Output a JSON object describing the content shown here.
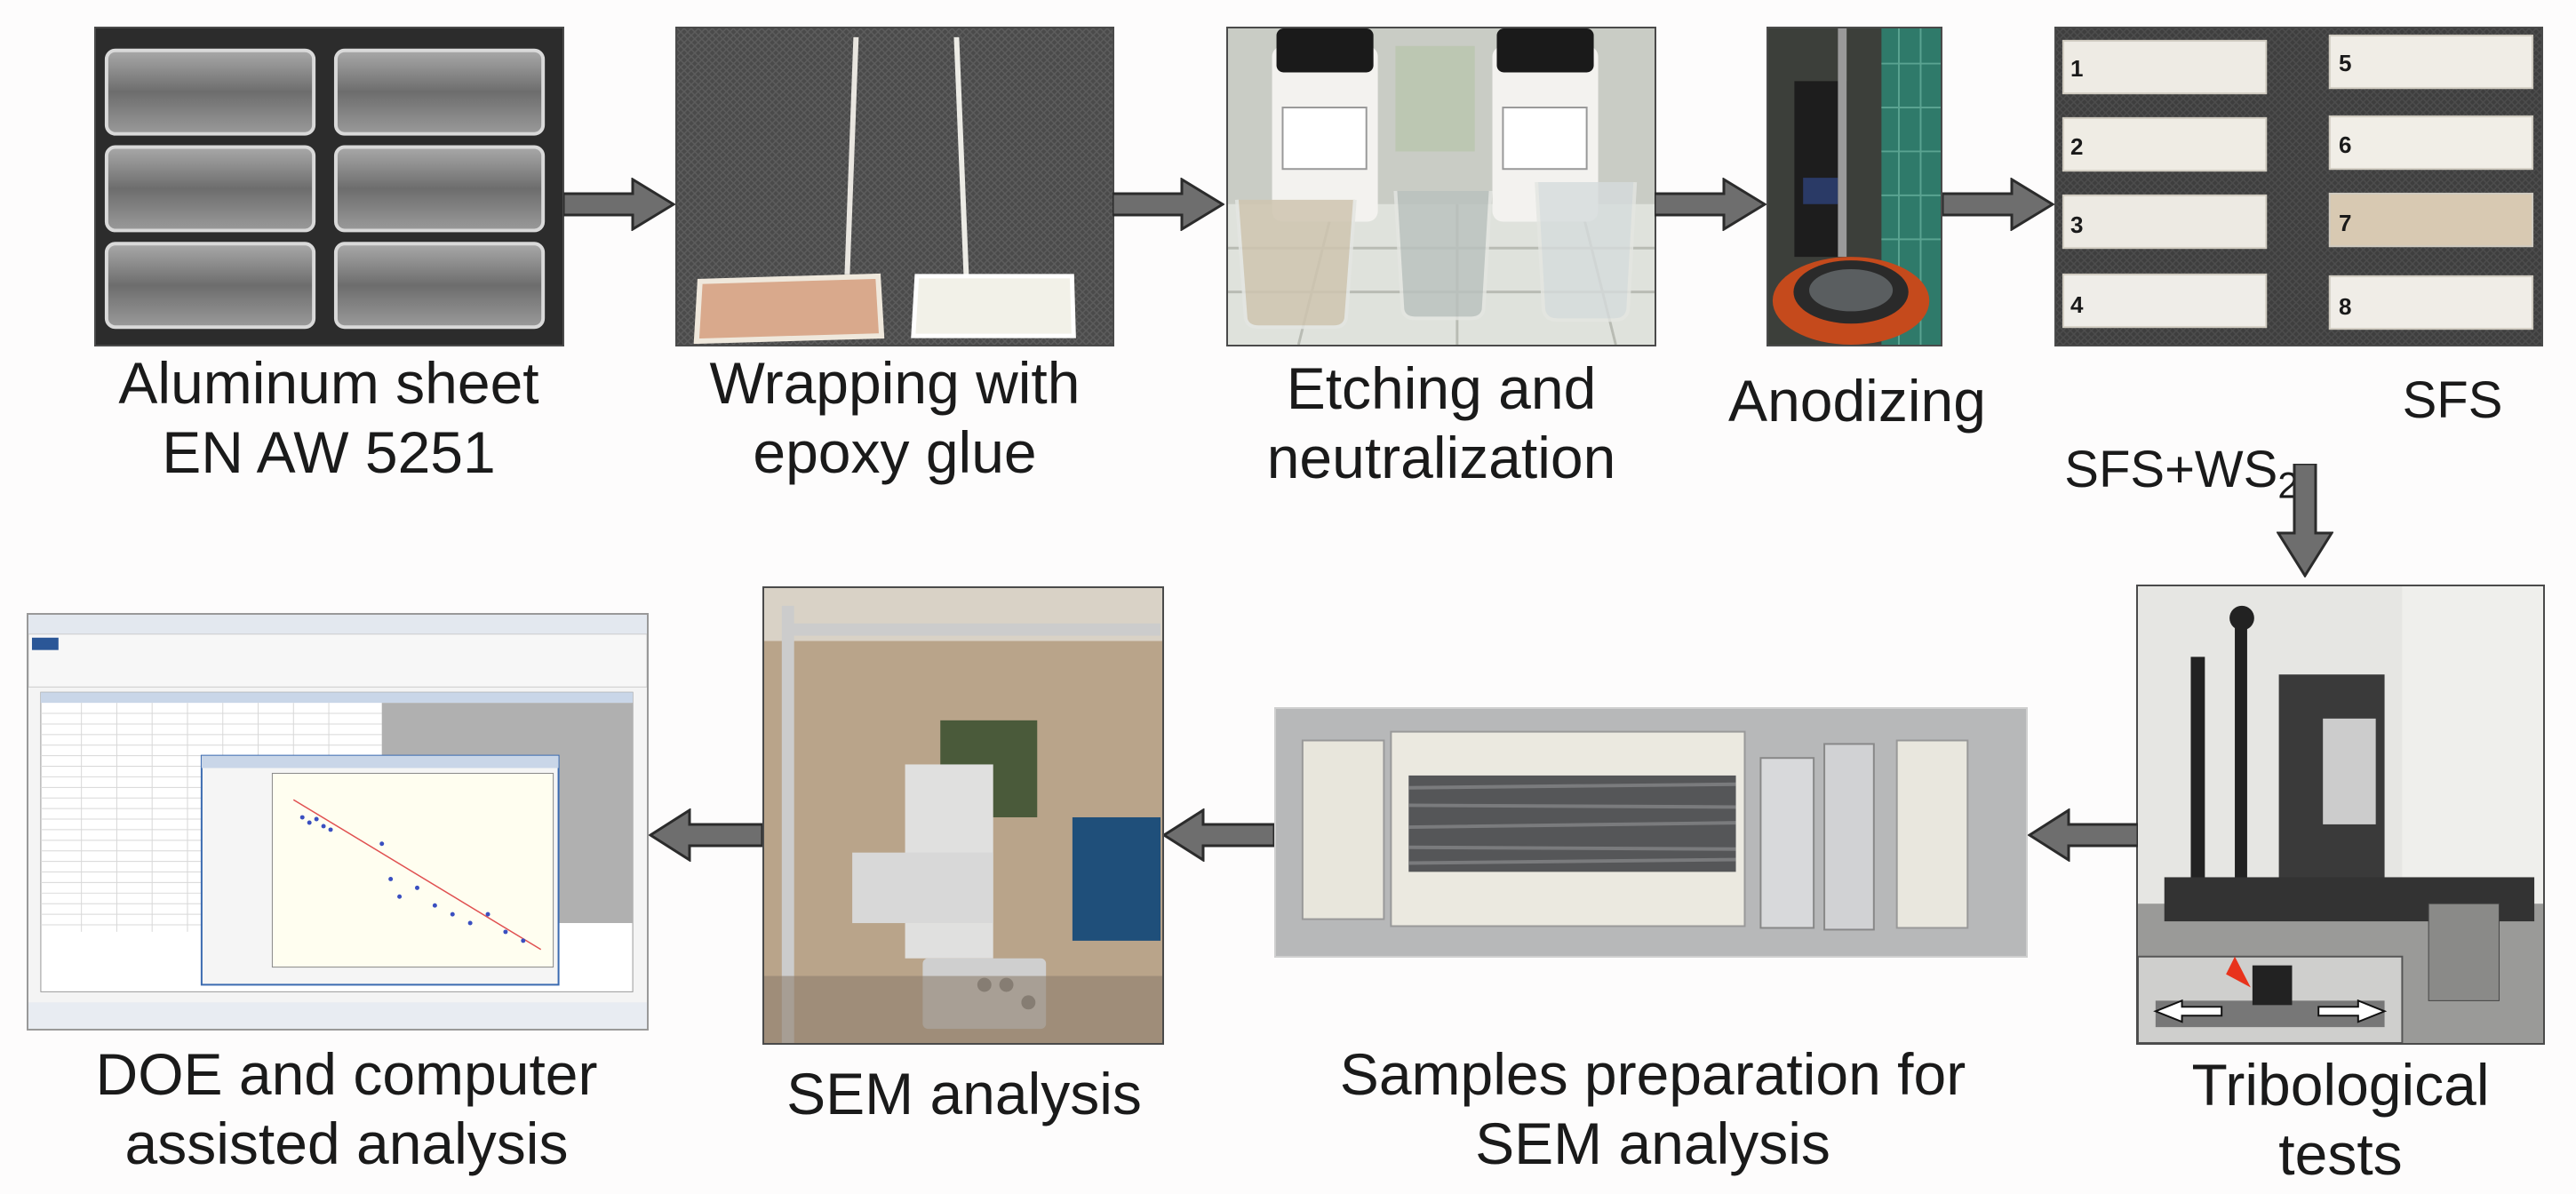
{
  "steps": [
    {
      "id": "aluminum",
      "label": "Aluminum sheet\nEN AW 5251"
    },
    {
      "id": "wrapping",
      "label": "Wrapping with\nepoxy glue"
    },
    {
      "id": "etching",
      "label": "Etching and\nneutralization"
    },
    {
      "id": "anodizing",
      "label": "Anodizing"
    },
    {
      "id": "samples",
      "label_left_main": "SFS+WS",
      "label_left_sub": "2",
      "label_right": "SFS",
      "sample_numbers": [
        "1",
        "2",
        "3",
        "4",
        "5",
        "6",
        "7",
        "8"
      ]
    },
    {
      "id": "tribological",
      "label": "Tribological\ntests"
    },
    {
      "id": "sem_prep",
      "label": "Samples preparation for\nSEM analysis"
    },
    {
      "id": "sem",
      "label": "SEM analysis"
    },
    {
      "id": "doe",
      "label": "DOE and computer\nassisted analysis"
    }
  ],
  "colors": {
    "arrow_fill": "#6e6e6e",
    "arrow_stroke": "#2b2b2b",
    "highlight_arrow": "#e8331c"
  }
}
